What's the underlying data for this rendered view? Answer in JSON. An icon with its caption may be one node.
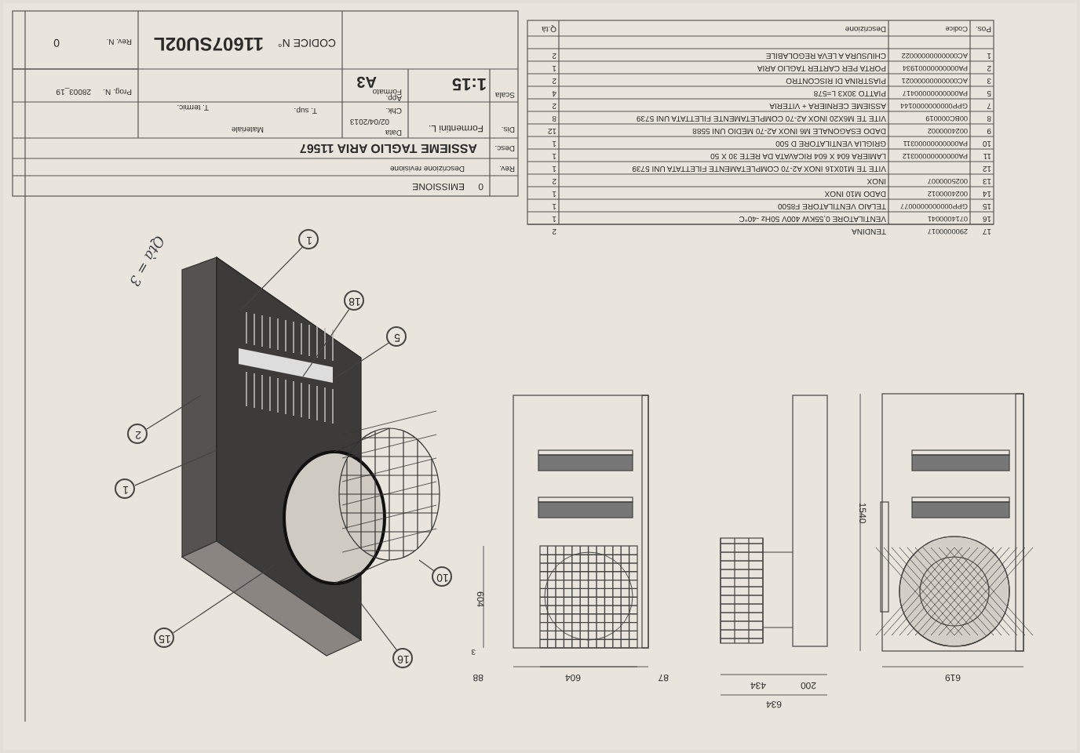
{
  "diagram": {
    "nodes": [
      {
        "text": [
          "1"
        ]
      },
      {
        "text": [
          "18"
        ]
      },
      {
        "text": [
          "5"
        ]
      },
      {
        "text": [
          "2"
        ]
      },
      {
        "text": [
          "1"
        ]
      },
      {
        "text": [
          "10"
        ]
      },
      {
        "text": [
          "16"
        ]
      },
      {
        "text": [
          "15"
        ]
      }
    ],
    "edges": [
      {
        "from": 0,
        "to": null,
        "arrow": "none"
      },
      {
        "from": 1,
        "to": null,
        "arrow": "none"
      },
      {
        "from": 2,
        "to": null,
        "arrow": "none"
      },
      {
        "from": 3,
        "to": null,
        "arrow": "none"
      },
      {
        "from": 4,
        "to": null,
        "arrow": "none"
      },
      {
        "from": 5,
        "to": null,
        "arrow": "none"
      },
      {
        "from": 6,
        "to": null,
        "arrow": "none"
      },
      {
        "from": 7,
        "to": null,
        "arrow": "none"
      }
    ],
    "labels": [
      "Pos.",
      "Codice",
      "Descrizione",
      "Q.tà",
      "1",
      "AC00000000000022",
      "CHIUSURA A LEVA REGOLABILE",
      "2",
      "2",
      "PA00000000001934",
      "PORTA PER CARTER TAGLIO ARIA",
      "1",
      "3",
      "AC00000000000021",
      "PIASTRINA DI RISCONTRO",
      "2",
      "5",
      "PA00000000000417",
      "PIATTO 30X3 L=578",
      "4",
      "7",
      "GPP0000000000144",
      "ASSIEME CERNIERA + VITERIA",
      "2",
      "8",
      "00BC000019",
      "VITE TE M6X20 INOX A2-70 COMPLETAMENTE FILETTATA UNI 5739",
      "8",
      "9",
      "0024000002",
      "DADO ESAGONALE M6 INOX A2-70 MEDIO UNI 5588",
      "12",
      "10",
      "PA00000000000311",
      "GRIGLIA VENTILATORE D 500",
      "1",
      "11",
      "PA00000000000312",
      "LAMIERA 604 X 604 RICAVATA DA RETE 30 X 50",
      "1",
      "12",
      "VITE TE M10X16 INOX A2-70 COMPLETAMENTE FILETTATA UNI 5739",
      "1",
      "13",
      "0025000007",
      "INOX",
      "2",
      "14",
      "0024000012",
      "DADO M10 INOX",
      "1",
      "15",
      "GPP0000000000077",
      "TELAIO VENTILATORE F8500",
      "1",
      "16",
      "0714000041",
      "VENTILATORE 0,55KW 400V 50Hz -40°C",
      "1",
      "17",
      "2900000017",
      "TENDINA",
      "2",
      "0",
      "EMISSIONE",
      "Rev.",
      "Descrizione revisione",
      "Desc.",
      "ASSIEME TAGLIO ARIA 11567",
      "Dis.",
      "Formentini L.",
      "Data",
      "02/04/2013",
      "Materiale",
      "Chk.",
      "App.",
      "T. sup.",
      "T. termic.",
      "Scala",
      "1:15",
      "Formato",
      "A3",
      "CODICE N°",
      "11607SU02L",
      "Prog. N.",
      "28003_19",
      "Rev. N.",
      "0",
      "Qtà = 3",
      "604",
      "3",
      "88",
      "604",
      "87",
      "434",
      "200",
      "634",
      "1540",
      "619"
    ]
  }
}
